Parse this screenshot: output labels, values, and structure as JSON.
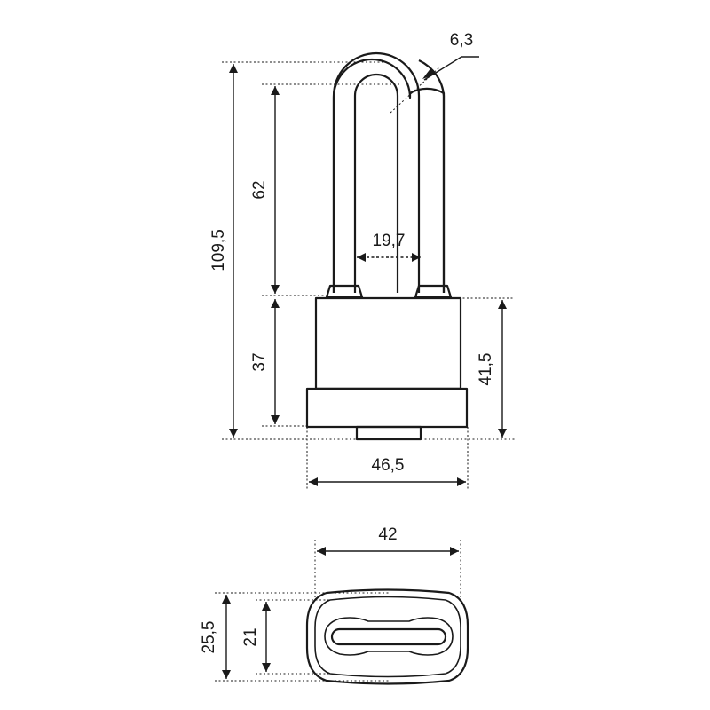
{
  "dimensions": {
    "shackle_wire_diameter": "6,3",
    "total_height": "109,5",
    "shackle_clearance": "62",
    "shackle_inner_width": "19,7",
    "body_height": "37",
    "body_height_with_cylinder": "41,5",
    "bottom_width": "46,5",
    "body_width": "42",
    "bottom_depth": "25,5",
    "body_depth": "21"
  },
  "colors": {
    "line": "#1a1a1a",
    "background": "#ffffff"
  }
}
